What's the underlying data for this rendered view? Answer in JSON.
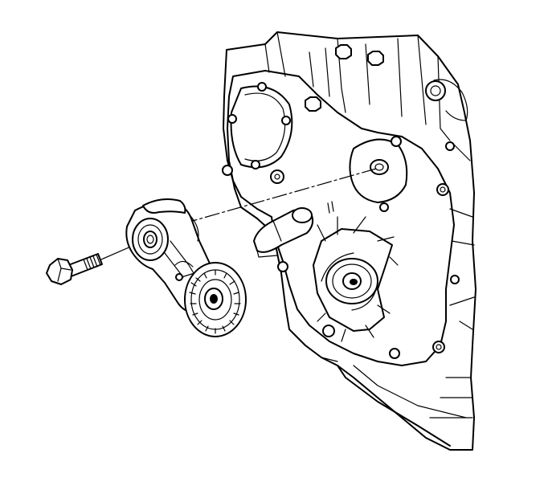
{
  "figure": {
    "colors": {
      "ink": "#000000",
      "paper": "#ffffff"
    },
    "parts": [
      "engine-front-cover",
      "crankshaft-opening",
      "water-pump-pulley-hub",
      "tensioner-mounting-boss",
      "drive-belt-tensioner",
      "tensioner-pulley",
      "tensioner-bolt",
      "alignment-line"
    ]
  }
}
